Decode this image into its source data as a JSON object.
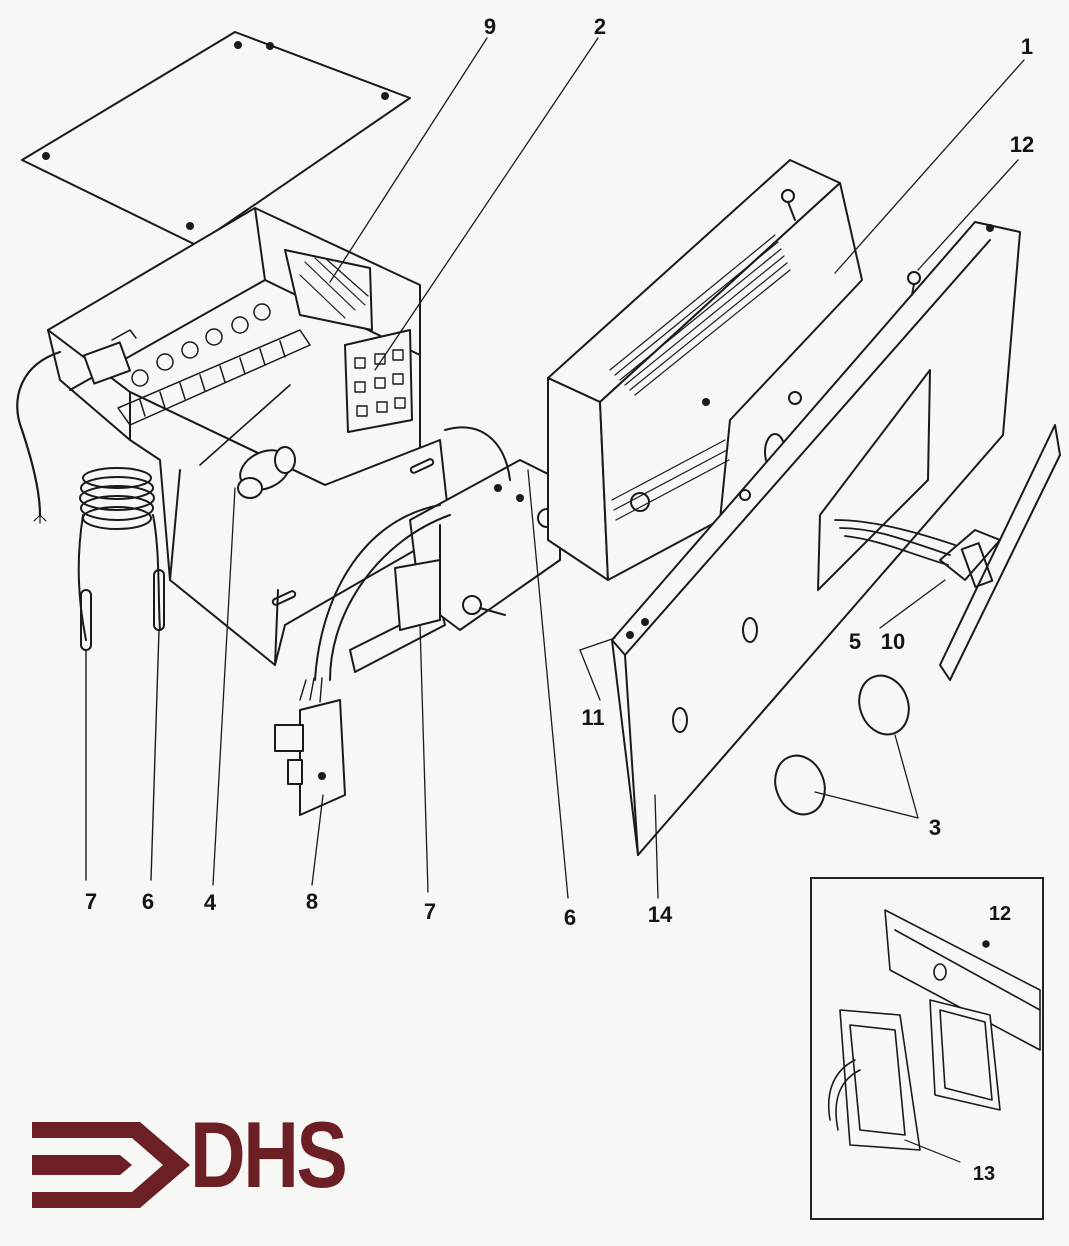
{
  "callouts": {
    "c1": "1",
    "c2": "2",
    "c3": "3",
    "c4": "4",
    "c5": "5",
    "c6a": "6",
    "c6b": "6",
    "c7a": "7",
    "c7b": "7",
    "c8": "8",
    "c9": "9",
    "c10": "10",
    "c11": "11",
    "c12a": "12",
    "c12b": "12",
    "c13": "13",
    "c14": "14"
  },
  "logo": {
    "text": "DHS",
    "color": "#6d1f26"
  }
}
